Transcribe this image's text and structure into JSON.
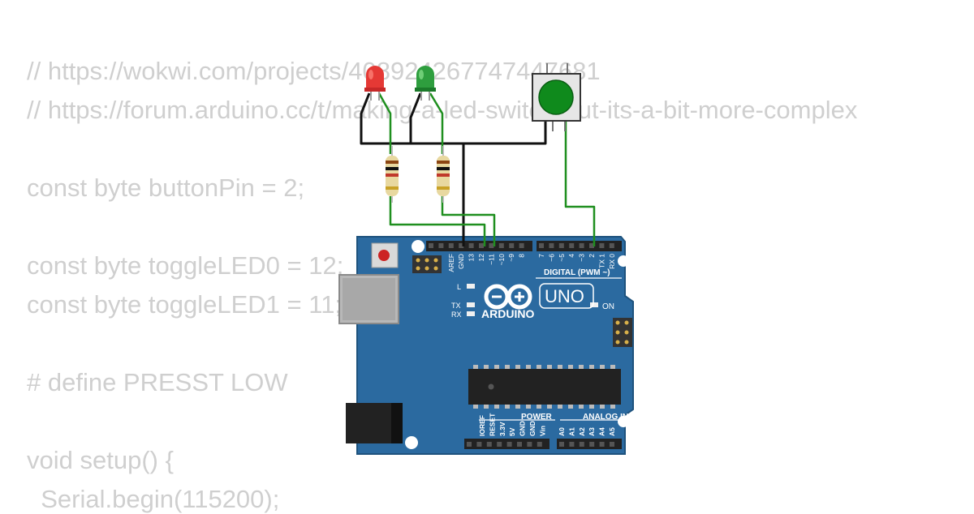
{
  "code": {
    "line1": "// https://wokwi.com/projects/408924267747447681",
    "line2": "// https://forum.arduino.cc/t/making-a-led-switch-but-its-a-bit-more-complex",
    "line3": "const byte buttonPin = 2;",
    "line4": "const byte toggleLED0 = 12;",
    "line5": "const byte toggleLED1 = 11;",
    "line6": "# define PRESST LOW",
    "line7": "void setup() {",
    "line8": "  Serial.begin(115200);"
  },
  "board": {
    "brand": "ARDUINO",
    "model": "UNO",
    "digital_label": "DIGITAL (PWM ~)",
    "power_label": "POWER",
    "analog_label": "ANALOG IN",
    "on_label": "ON",
    "led_l": "L",
    "led_tx": "TX",
    "led_rx": "RX",
    "digital_pins": [
      "AREF",
      "GND",
      "13",
      "12",
      "~11",
      "~10",
      "~9",
      "8",
      "7",
      "~6",
      "~5",
      "4",
      "~3",
      "2",
      "TX 1",
      "RX 0"
    ],
    "power_pins": [
      "IOREF",
      "RESET",
      "3.3V",
      "5V",
      "GND",
      "GND",
      "Vin"
    ],
    "analog_pins": [
      "A0",
      "A1",
      "A2",
      "A3",
      "A4",
      "A5"
    ]
  },
  "colors": {
    "board": "#2b6aa0",
    "led_red": "#e53935",
    "led_green": "#2e9e3e",
    "button_cap": "#0f8a1c",
    "wire_black": "#111111",
    "wire_green": "#1f8f1f"
  }
}
